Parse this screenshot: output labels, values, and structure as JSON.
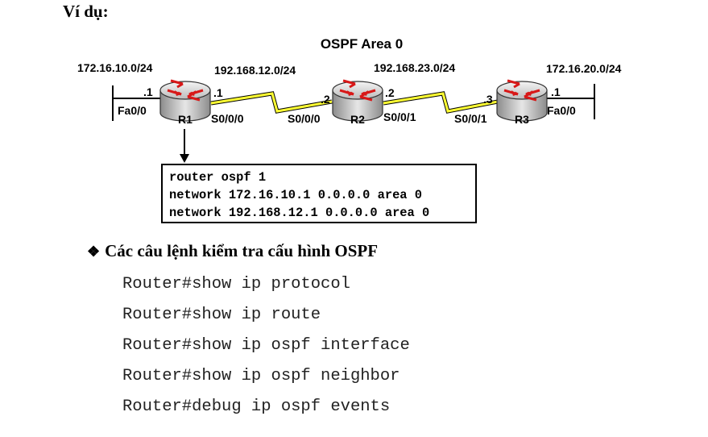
{
  "heading": "Ví dụ:",
  "diagram": {
    "title": "OSPF Area 0",
    "networks": [
      "172.16.10.0/24",
      "192.168.12.0/24",
      "192.168.23.0/24",
      "172.16.20.0/24"
    ],
    "routers": [
      {
        "name": "R1",
        "left_if": "Fa0/0",
        "left_ip": ".1",
        "right_if": "S0/0/0",
        "right_ip": ".1"
      },
      {
        "name": "R2",
        "left_if": "S0/0/0",
        "left_ip": ".2",
        "right_if": "S0/0/1",
        "right_ip": ".2"
      },
      {
        "name": "R3",
        "left_if": "S0/0/1",
        "left_ip": ".3",
        "right_if": "Fa0/0",
        "right_ip": ".1"
      }
    ],
    "colors": {
      "serial_link": "#ffff33",
      "router_body": "#b8b8b8",
      "arrow": "#e01010"
    }
  },
  "config": [
    "router ospf 1",
    "network 172.16.10.1 0.0.0.0 area 0",
    "network 192.168.12.1 0.0.0.0 area 0"
  ],
  "section_title": "Các câu lệnh kiểm tra cấu hình OSPF",
  "commands": [
    "Router#show ip protocol",
    "Router#show ip route",
    "Router#show ip ospf interface",
    "Router#show ip ospf neighbor",
    "Router#debug ip ospf events"
  ]
}
